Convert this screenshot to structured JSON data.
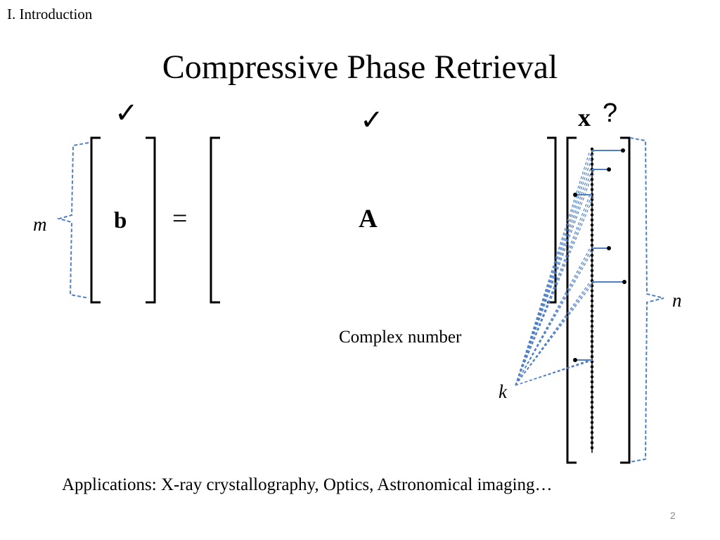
{
  "section": "I. Introduction",
  "title": "Compressive Phase Retrieval",
  "labels": {
    "m": "m",
    "n": "n",
    "k": "k"
  },
  "symbols": {
    "b": "b",
    "A": "A",
    "x": "x",
    "equals": "=",
    "question": "?",
    "check": "✓"
  },
  "complex_note": "Complex number",
  "applications": "Applications: X-ray crystallography, Optics, Astronomical imaging…",
  "page_number": "2",
  "colors": {
    "accent": "#4f7fc4",
    "text": "#000000"
  }
}
